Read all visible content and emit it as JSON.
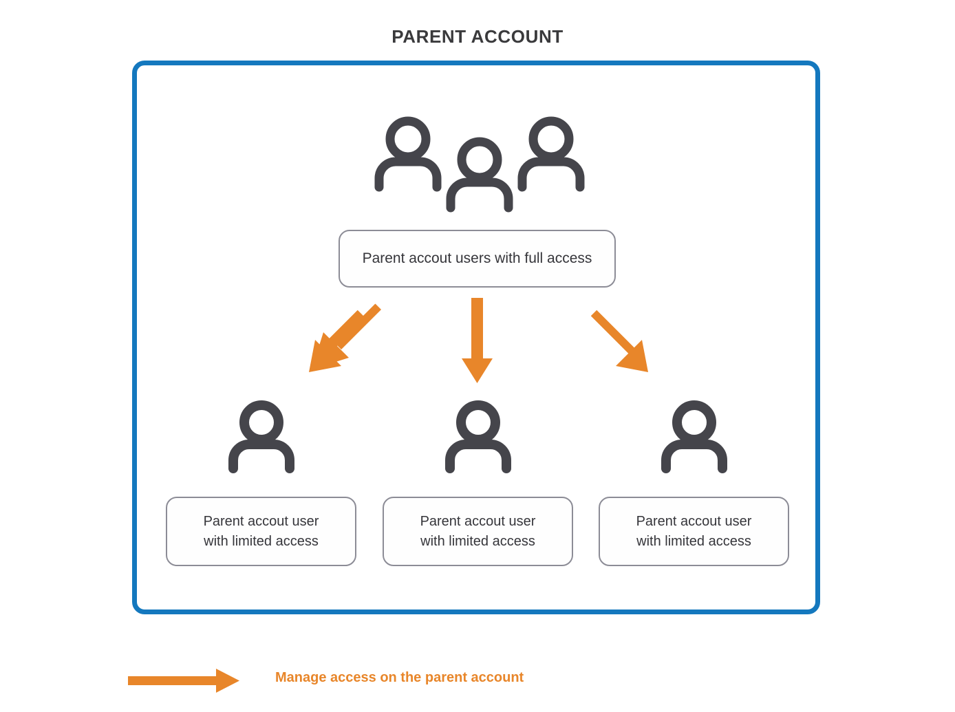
{
  "diagram": {
    "title": "PARENT ACCOUNT",
    "colors": {
      "frame_blue": "#1478BE",
      "arrow_orange": "#E8862A",
      "icon_gray": "#45454B",
      "box_border_gray": "#8C8C96",
      "title_text": "#3A3A3C",
      "background": "#FFFFFF"
    },
    "frame": {
      "name": "parent-account-container"
    },
    "top_group": {
      "icon": "group-of-three-people-icon",
      "people_count": 3,
      "label": "Parent accout users with full access"
    },
    "connectors": [
      {
        "name": "arrow-to-left-user",
        "direction": "down-left",
        "color": "#E8862A"
      },
      {
        "name": "arrow-to-center-user",
        "direction": "down",
        "color": "#E8862A"
      },
      {
        "name": "arrow-to-right-user",
        "direction": "down-right",
        "color": "#E8862A"
      }
    ],
    "children": [
      {
        "icon": "person-icon",
        "label": "Parent accout user\nwith limited access"
      },
      {
        "icon": "person-icon",
        "label": "Parent accout user\nwith limited access"
      },
      {
        "icon": "person-icon",
        "label": "Parent accout user\nwith limited access"
      }
    ],
    "legend": {
      "arrow_icon": "right-arrow-icon",
      "arrow_color": "#E8862A",
      "text": "Manage access on the parent account"
    }
  }
}
